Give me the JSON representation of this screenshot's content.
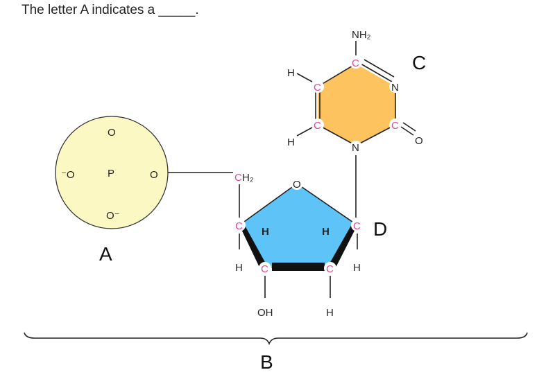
{
  "question": {
    "text": "The letter A indicates a _____."
  },
  "colors": {
    "phosphate": "#fbf8c4",
    "sugar": "#5ec4f7",
    "base": "#fcc35e",
    "carbon": "#e0489a"
  },
  "phosphate": {
    "top_o": "O",
    "left_o": "⁻O",
    "p": "P",
    "right_o": "O",
    "bottom_o": "O⁻"
  },
  "sugar": {
    "ch2_c": "C",
    "ch2_h": "H₂",
    "ring_o": "O",
    "c4": "C",
    "c1": "C",
    "c3": "C",
    "c2": "C",
    "h_in_left": "H",
    "h_in_right": "H",
    "h_c4": "H",
    "h_c1": "H",
    "oh": "OH",
    "h_c2": "H"
  },
  "base": {
    "nh2": "NH₂",
    "c_top": "C",
    "n_right": "N",
    "c_right": "C",
    "o_right": "O",
    "n_bottom": "N",
    "c_lower_left": "C",
    "c_upper_left": "C",
    "h_upper": "H",
    "h_lower": "H"
  },
  "labels": {
    "a": "A",
    "b": "B",
    "c": "C",
    "d": "D"
  }
}
